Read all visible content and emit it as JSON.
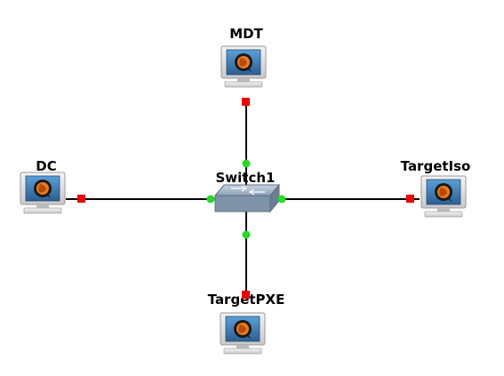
{
  "nodes": {
    "mdt": {
      "label": "MDT",
      "icon": "qemu-host-icon"
    },
    "dc": {
      "label": "DC",
      "icon": "qemu-host-icon"
    },
    "switch": {
      "label": "Switch1",
      "icon": "ethernet-switch-icon"
    },
    "target_iso": {
      "label": "TargetIso",
      "icon": "qemu-host-icon"
    },
    "target_pxe": {
      "label": "TargetPXE",
      "icon": "qemu-host-icon"
    }
  },
  "links": [
    {
      "from": "mdt",
      "to": "switch",
      "from_status": "stopped",
      "to_status": "started"
    },
    {
      "from": "dc",
      "to": "switch",
      "from_status": "stopped",
      "to_status": "started"
    },
    {
      "from": "target_iso",
      "to": "switch",
      "from_status": "stopped",
      "to_status": "started"
    },
    {
      "from": "target_pxe",
      "to": "switch",
      "from_status": "stopped",
      "to_status": "started"
    }
  ],
  "colors": {
    "link": "#000000",
    "status_started": "#22dd22",
    "status_stopped": "#ee0000",
    "monitor_frame": "#d8d8d8",
    "screen": "#3a7fbf",
    "switch_body": "#8aa0b8"
  }
}
